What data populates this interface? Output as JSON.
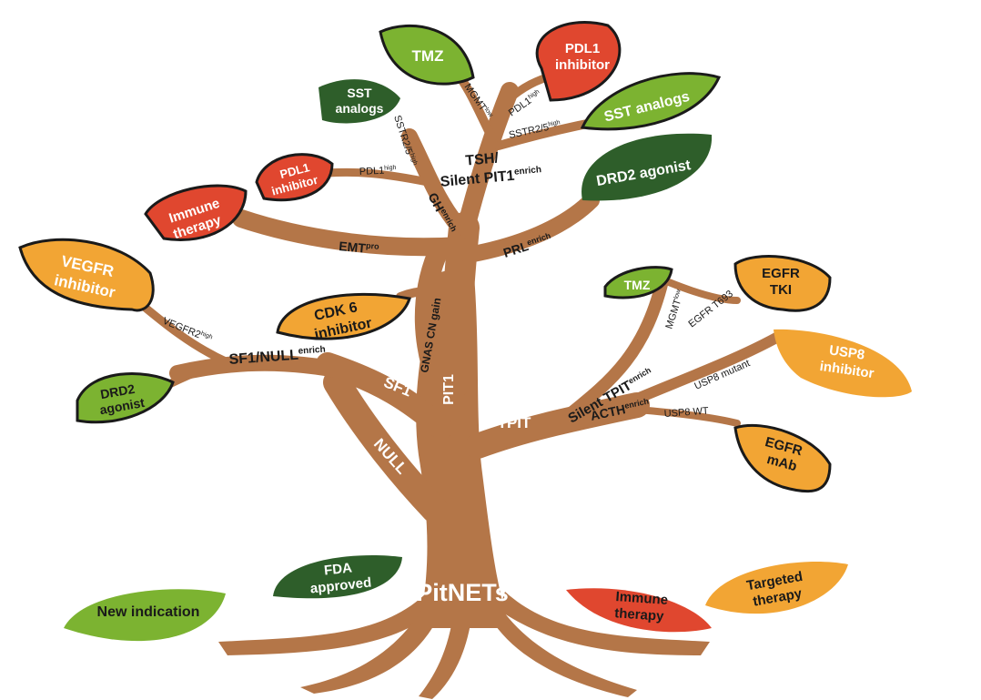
{
  "colors": {
    "branch": "#b47648",
    "fda_approved": "#2e5e2a",
    "new_indication": "#7cb331",
    "immune_therapy": "#e0472f",
    "targeted_therapy": "#f2a534"
  },
  "root_label": "PitNETs",
  "lineages": {
    "pit1": "PIT1",
    "tpit": "TPIT",
    "sf1": "SF1",
    "null": "NULL"
  },
  "subtypes": {
    "tsh_silent_pit1": "TSH/",
    "tsh_silent_pit1_line2": "Silent PIT1",
    "tsh_sup": "enrich",
    "gh": "GH",
    "gh_sup": "enrich",
    "emt": "EMT",
    "emt_sup": "pro",
    "prl": "PRL",
    "prl_sup": "enrich",
    "gnas": "GNAS CN gain",
    "sf1_null": "SF1/NULL",
    "sf1_null_sup": "enrich",
    "silent_tpit": "Silent TPIT",
    "silent_tpit_sup": "enrich",
    "acth": "ACTH",
    "acth_sup": "enrich"
  },
  "biomarkers": {
    "mgmt": "MGMT",
    "mgmt_sup": "low",
    "pdl1_top": "PDL1",
    "pdl1_top_sup": "high",
    "sstr_right": "SSTR2/5",
    "sstr_right_sup": "high",
    "sstr_left": "SSTR2/5",
    "sstr_left_sup": "high",
    "pdl1_left": "PDL1",
    "pdl1_left_sup": "high",
    "vegfr2": "VEGFR2",
    "vegfr2_sup": "high",
    "mgmt_tpit": "MGMT",
    "mgmt_tpit_sup": "low",
    "egfr_t693": "EGFR T693",
    "usp8_mutant": "USP8 mutant",
    "usp8_wt": "USP8 WT"
  },
  "leaves": {
    "tmz_top": [
      "TMZ"
    ],
    "pdl1_top": [
      "PDL1",
      "inhibitor"
    ],
    "sst_right": [
      "SST analogs"
    ],
    "sst_left": [
      "SST",
      "analogs"
    ],
    "dopamine_top": [
      "DRD2 agonist"
    ],
    "pdl1_left": [
      "PDL1",
      "inhibitor"
    ],
    "immune_left": [
      "Immune",
      "therapy"
    ],
    "vegfr": [
      "VEGFR",
      "inhibitor"
    ],
    "cdk6": [
      "CDK 6",
      "inhibitor"
    ],
    "drd2_left": [
      "DRD2",
      "agonist"
    ],
    "tmz_right": [
      "TMZ"
    ],
    "egfr_tki": [
      "EGFR",
      "TKI"
    ],
    "usp8": [
      "USP8",
      "inhibitor"
    ],
    "egfr_mab": [
      "EGFR",
      "mAb"
    ]
  },
  "legend": {
    "new_indication": "New indication",
    "fda_approved": [
      "FDA",
      "approved"
    ],
    "immune_therapy": [
      "Immune",
      "therapy"
    ],
    "targeted_therapy": [
      "Targeted",
      "therapy"
    ]
  }
}
